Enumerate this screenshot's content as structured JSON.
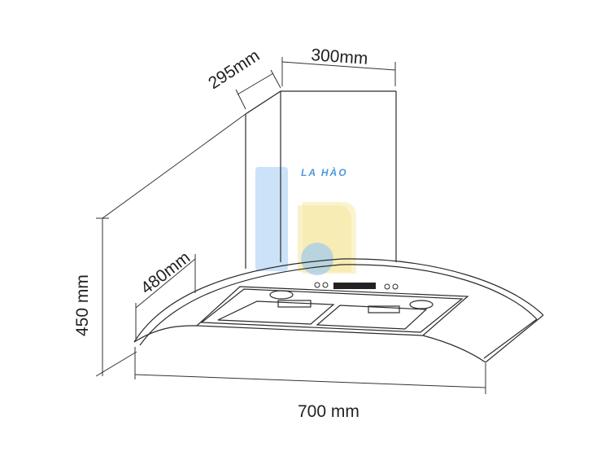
{
  "dimensions": {
    "chimney_width": "300mm",
    "chimney_depth": "295mm",
    "hood_depth": "480mm",
    "total_height": "450 mm",
    "hood_width": "700 mm"
  },
  "watermark": {
    "text": "LA HÀO",
    "color_blue": "#2f86d6",
    "color_yellow": "#f3e48a"
  },
  "colors": {
    "line": "#2b2b2b",
    "dim_line": "#333333"
  }
}
